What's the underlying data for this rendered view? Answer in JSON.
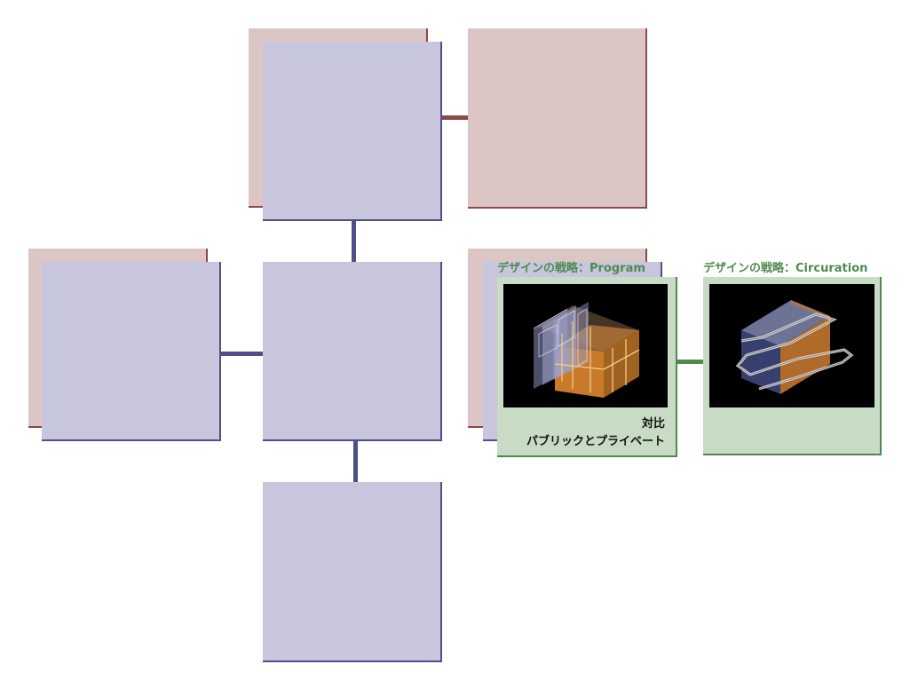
{
  "program_card": {
    "title": "デザインの戦略：Program",
    "caption_line1": "対比",
    "caption_line2": "パブリックとプライベート"
  },
  "circulation_card": {
    "title": "デザインの戦略：Circuration"
  },
  "colors": {
    "pink_fill": "#dbc5c5",
    "pink_edge": "#8a4a4a",
    "blue_fill": "#c7c6dc",
    "blue_edge": "#4f4f86",
    "green_fill": "#c8dbc5",
    "green_edge": "#4e8a4e",
    "title_green": "#4e8a4e"
  },
  "icons": {
    "program_thumbnail": "isometric-building-program-model",
    "circulation_thumbnail": "isometric-building-circulation-model"
  }
}
